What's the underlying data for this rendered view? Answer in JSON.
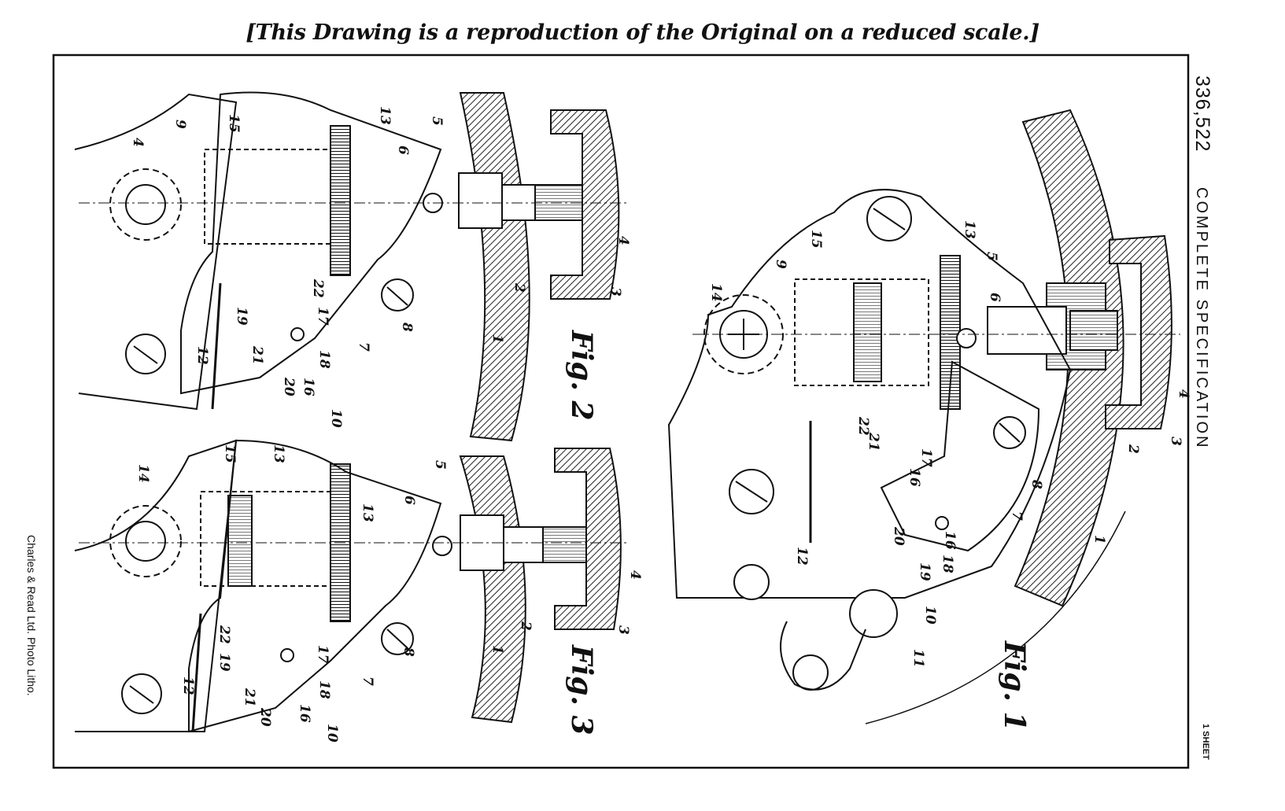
{
  "header": {
    "caption": "[This Drawing is a reproduction of the Original on a reduced scale.]"
  },
  "margin": {
    "patent_number": "336,522",
    "spec_type": "COMPLETE  SPECIFICATION",
    "sheet_count": "1 SHEET",
    "printer": "Charles & Read Ltd. Photo Litho."
  },
  "figures": {
    "fig1": {
      "label": "Fig. 1"
    },
    "fig2": {
      "label": "Fig. 2"
    },
    "fig3": {
      "label": "Fig. 3"
    }
  },
  "references": {
    "fig1": [
      "1",
      "2",
      "3",
      "4",
      "5",
      "6",
      "7",
      "8",
      "9",
      "10",
      "11",
      "12",
      "13",
      "14",
      "15",
      "16",
      "16",
      "17",
      "18",
      "19",
      "20",
      "21",
      "22"
    ],
    "fig2": [
      "1",
      "2",
      "3",
      "4",
      "4",
      "5",
      "6",
      "7",
      "8",
      "9",
      "10",
      "12",
      "13",
      "15",
      "16",
      "17",
      "18",
      "19",
      "20",
      "21",
      "22"
    ],
    "fig3": [
      "1",
      "2",
      "3",
      "4",
      "5",
      "6",
      "7",
      "8",
      "10",
      "12",
      "13",
      "13",
      "14",
      "15",
      "16",
      "17",
      "18",
      "19",
      "20",
      "21",
      "22"
    ]
  },
  "colors": {
    "ink": "#111111",
    "paper": "#ffffff",
    "hatch": "#222222"
  }
}
